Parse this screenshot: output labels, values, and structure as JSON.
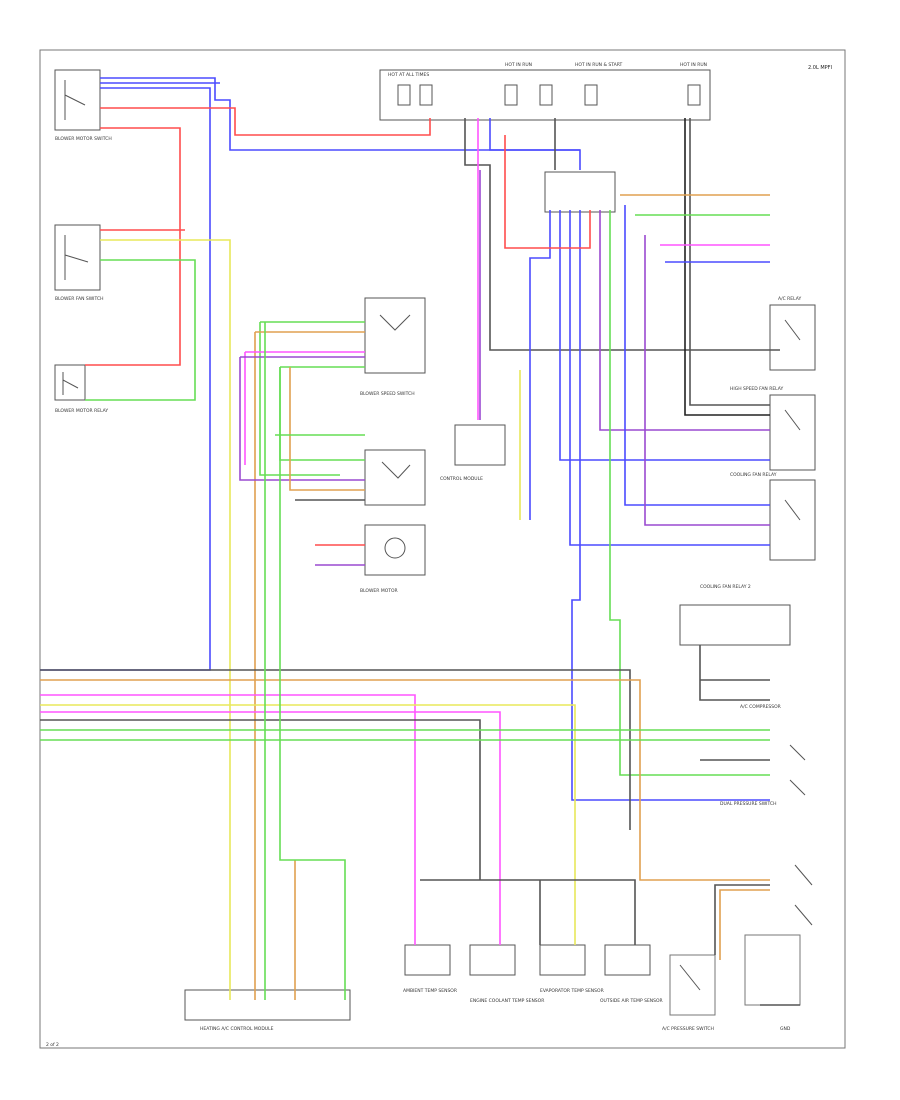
{
  "diagram": {
    "corner_label": "2.0L MPFI",
    "page_number": "2 of 2",
    "switches_left": [
      "BLOWER MOTOR SWITCH",
      "BLOWER FAN SWITCH",
      "BLOWER MOTOR RELAY"
    ],
    "fuse_blocks": [
      "HOT AT ALL TIMES",
      "HOT IN RUN",
      "HOT IN RUN & START",
      "HOT IN RUN"
    ],
    "right_components": [
      "A/C RELAY",
      "HIGH SPEED FAN RELAY",
      "COOLING FAN RELAY",
      "COOLING FAN RELAY 2"
    ],
    "center_components": [
      "BLOWER MOTOR",
      "BLOWER SPEED SWITCH",
      "CONTROL MODULE"
    ],
    "bottom_sensors": [
      "AMBIENT TEMP SENSOR",
      "ENGINE COOLANT TEMP SENSOR",
      "EVAPORATOR TEMP SENSOR",
      "OUTSIDE AIR TEMP SENSOR"
    ],
    "bottom_module": "HEATING A/C CONTROL MODULE",
    "pressure_switch": "A/C PRESSURE SWITCH",
    "compressor": "A/C COMPRESSOR",
    "dual_pressure": "DUAL PRESSURE SWITCH",
    "ground": "GND"
  },
  "colors": {
    "red": "#ff4d4d",
    "blue": "#4b4bff",
    "green": "#66dd55",
    "yellow": "#e8e85a",
    "orange": "#e0a050",
    "pink": "#ff55ff",
    "purple": "#9a4ad0",
    "gray": "#555555",
    "black": "#222222",
    "brown": "#a0703a"
  }
}
